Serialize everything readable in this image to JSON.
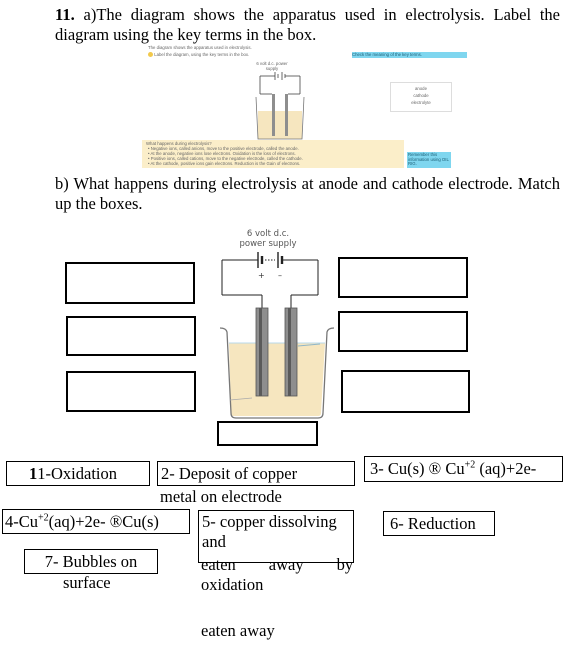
{
  "question": {
    "number": "11.",
    "part_a": "a)The diagram shows the apparatus used in electrolysis. Label the diagram using the key terms in the box.",
    "part_b": "b) What happens during electrolysis at anode and cathode electrode. Match up the boxes."
  },
  "worksheet": {
    "heading": "The diagram shows the apparatus used in electrolysis.",
    "instruction": "Label the diagram, using the key terms in the box.",
    "check_banner": "Check the meaning of the key terms.",
    "supply_label": "6 volt d.c. power supply",
    "key_terms": [
      "anode",
      "cathode",
      "electrolyte"
    ],
    "notes_title": "What happens during electrolysis?",
    "notes": [
      "Negative ions, called anions, move to the positive electrode, called the anode.",
      "At the anode, negative ions lose electrons. Oxidation is the loss of electrons.",
      "Positive ions, called cations, move to the negative electrode, called the cathode.",
      "At the cathode, positive ions gain electrons. Reduction is the Gain of electrons."
    ],
    "remember": "Remember this information using OIL RIG."
  },
  "diagram": {
    "supply_label_line1": "6 volt d.c.",
    "supply_label_line2": "power supply",
    "plus": "+",
    "minus": "–"
  },
  "match_boxes": {
    "box1": "1-Oxidation",
    "box2_line1": "2-  Deposit  of  copper",
    "box2_line2": "metal on electrode",
    "box3_pre": "3- Cu(s) ® Cu",
    "box3_sup": "+2",
    "box3_post": " (aq)+2e-",
    "box4_pre": "4-Cu",
    "box4_sup": "+2",
    "box4_post": "(aq)+2e- ®Cu(s)",
    "box5_line1": "5- copper dissolving",
    "box5_line2": "and",
    "box5_line3": "eaten        away        by",
    "box5_line4": "oxidation",
    "box5_extra": "eaten away",
    "box6": "6- Reduction",
    "box7_line1": "7- Bubbles on",
    "box7_line2": "surface"
  },
  "colors": {
    "electrolyte": "#f6e6bf",
    "electrode": "#8e8e8e",
    "banner": "#7fd6ef"
  }
}
